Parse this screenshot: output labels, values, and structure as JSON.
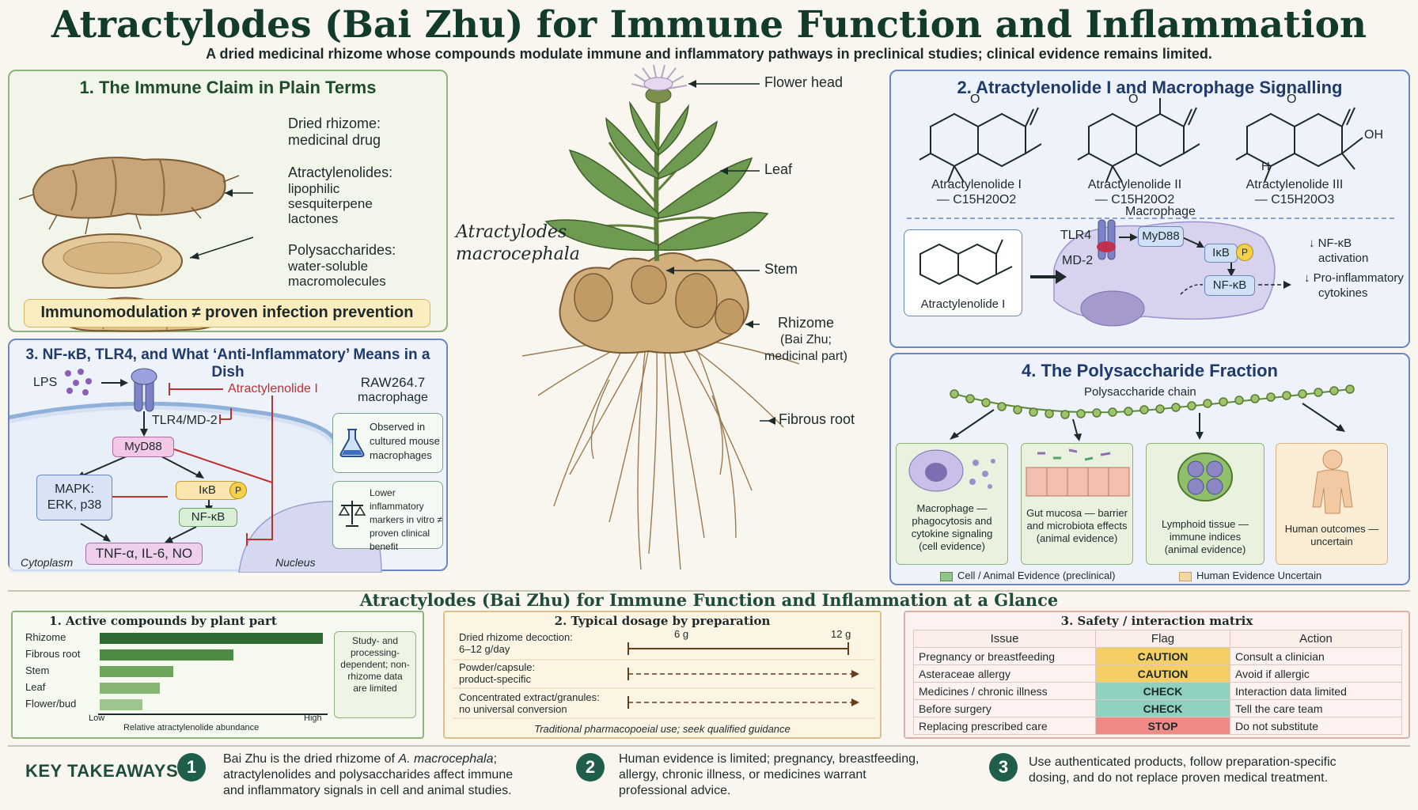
{
  "header": {
    "title": "Atractylodes (Bai Zhu) for Immune Function and Inflammation",
    "subtitle": "A dried medicinal rhizome whose compounds modulate immune and inflammatory pathways in preclinical studies; clinical evidence remains limited."
  },
  "panel1": {
    "title": "1. The Immune Claim in Plain Terms",
    "items": [
      {
        "head": "Dried rhizome:",
        "body": "medicinal drug"
      },
      {
        "head": "Atractylenolides:",
        "body": "lipophilic sesquiterpene lactones"
      },
      {
        "head": "Polysaccharides:",
        "body": "water-soluble macromolecules"
      }
    ],
    "banner": "Immunomodulation ≠ proven infection prevention"
  },
  "plant": {
    "species_line1": "Atractylodes",
    "species_line2": "macrocephala",
    "labels": {
      "flower": "Flower head",
      "leaf": "Leaf",
      "stem": "Stem",
      "rhizome1": "Rhizome",
      "rhizome2": "(Bai Zhu;",
      "rhizome3": "medicinal part)",
      "root": "Fibrous root"
    }
  },
  "panel2": {
    "title": "2. Atractylenolide I and Macrophage Signalling",
    "compounds": [
      {
        "name": "Atractylenolide I",
        "formula": "— C15H20O2"
      },
      {
        "name": "Atractylenolide II",
        "formula": "— C15H20O2"
      },
      {
        "name": "Atractylenolide III",
        "formula": "— C15H20O3"
      }
    ],
    "oh_label": "OH",
    "h_label": "H",
    "o_label": "O",
    "pathway": {
      "compound": "Atractylenolide I",
      "macrophage": "Macrophage",
      "tlr4": "TLR4",
      "md2": "MD-2",
      "myd88": "MyD88",
      "ikb": "IκB",
      "p": "P",
      "nfkb": "NF-κB",
      "out1a": "↓ NF-κB",
      "out1b": "activation",
      "out2a": "↓ Pro-inflammatory",
      "out2b": "cytokines"
    }
  },
  "panel3": {
    "title": "3. NF-κB, TLR4, and What ‘Anti-Inflammatory’ Means in a Dish",
    "lps": "LPS",
    "tlr": "TLR4/MD-2",
    "inhibitor": "Atractylenolide I",
    "cell_line1": "RAW264.7",
    "cell_line2": "macrophage",
    "myd88": "MyD88",
    "mapk1": "MAPK:",
    "mapk2": "ERK, p38",
    "ikb": "IκB",
    "p": "P",
    "nfkb": "NF-κB",
    "outputs": "TNF-α, IL-6, NO",
    "cytoplasm": "Cytoplasm",
    "nucleus": "Nucleus",
    "note1": "Observed in cultured mouse macrophages",
    "note2": "Lower inflammatory markers in vitro ≠ proven clinical benefit"
  },
  "panel4": {
    "title": "4. The Polysaccharide Fraction",
    "chain": "Polysaccharide chain",
    "cards": [
      {
        "label": "Macrophage — phagocytosis and cytokine signaling (cell evidence)"
      },
      {
        "label": "Gut mucosa — barrier and microbiota effects (animal evidence)"
      },
      {
        "label": "Lymphoid tissue — immune indices (animal evidence)"
      },
      {
        "label": "Human outcomes — uncertain"
      }
    ],
    "legend1": "Cell / Animal Evidence (preclinical)",
    "legend2": "Human Evidence Uncertain",
    "legend1_color": "#8fc48a",
    "legend2_color": "#f2d6a6"
  },
  "glance": {
    "title": "Atractylodes (Bai Zhu) for Immune Function and Inflammation at a Glance"
  },
  "chart_data": {
    "type": "bar",
    "title": "1. Active compounds by plant part",
    "categories": [
      "Rhizome",
      "Fibrous root",
      "Stem",
      "Leaf",
      "Flower/bud"
    ],
    "values": [
      1.0,
      0.6,
      0.33,
      0.27,
      0.19
    ],
    "xlabel": "Relative atractylenolide abundance",
    "xlow": "Low",
    "xhigh": "High",
    "xlim": [
      0,
      1
    ],
    "note": "Study- and processing-dependent; non-rhizome data are limited",
    "colors": [
      "#2f6a33",
      "#4d8a43",
      "#6ea55c",
      "#86b672",
      "#9ec58c"
    ]
  },
  "dosage": {
    "title": "2. Typical dosage by preparation",
    "rows": [
      {
        "line1": "Dried rhizome decoction:",
        "line2": "6–12 g/day"
      },
      {
        "line1": "Powder/capsule:",
        "line2": "product-specific"
      },
      {
        "line1": "Concentrated extract/granules:",
        "line2": "no universal conversion"
      }
    ],
    "tick1": "6 g",
    "tick2": "12 g",
    "footer": "Traditional pharmacopoeial use; seek qualified guidance"
  },
  "safety": {
    "title": "3. Safety / interaction matrix",
    "headers": [
      "Issue",
      "Flag",
      "Action"
    ],
    "rows": [
      {
        "issue": "Pregnancy or breastfeeding",
        "flag": "CAUTION",
        "action": "Consult a clinician",
        "color": "#f5cf63"
      },
      {
        "issue": "Asteraceae allergy",
        "flag": "CAUTION",
        "action": "Avoid if allergic",
        "color": "#f5cf63"
      },
      {
        "issue": "Medicines / chronic illness",
        "flag": "CHECK",
        "action": "Interaction data limited",
        "color": "#8fd0c1"
      },
      {
        "issue": "Before surgery",
        "flag": "CHECK",
        "action": "Tell the care team",
        "color": "#8fd0c1"
      },
      {
        "issue": "Replacing prescribed care",
        "flag": "STOP",
        "action": "Do not substitute",
        "color": "#ef8a86"
      }
    ]
  },
  "takeaways": {
    "heading": "KEY TAKEAWAYS",
    "items": [
      {
        "num": "1",
        "text_a": "Bai Zhu is the dried rhizome of ",
        "text_i": "A. macrocephala",
        "text_b": ";",
        "text_c": "atractylenolides and polysaccharides affect immune",
        "text_d": "and inflammatory signals in cell and animal studies."
      },
      {
        "num": "2",
        "text_a": "Human evidence is limited; pregnancy, breastfeeding,",
        "text_c": "allergy, chronic illness, or medicines warrant",
        "text_d": "professional advice."
      },
      {
        "num": "3",
        "text_a": "Use authenticated products, follow preparation-specific",
        "text_c": "dosing, and do not replace proven medical treatment."
      }
    ]
  }
}
